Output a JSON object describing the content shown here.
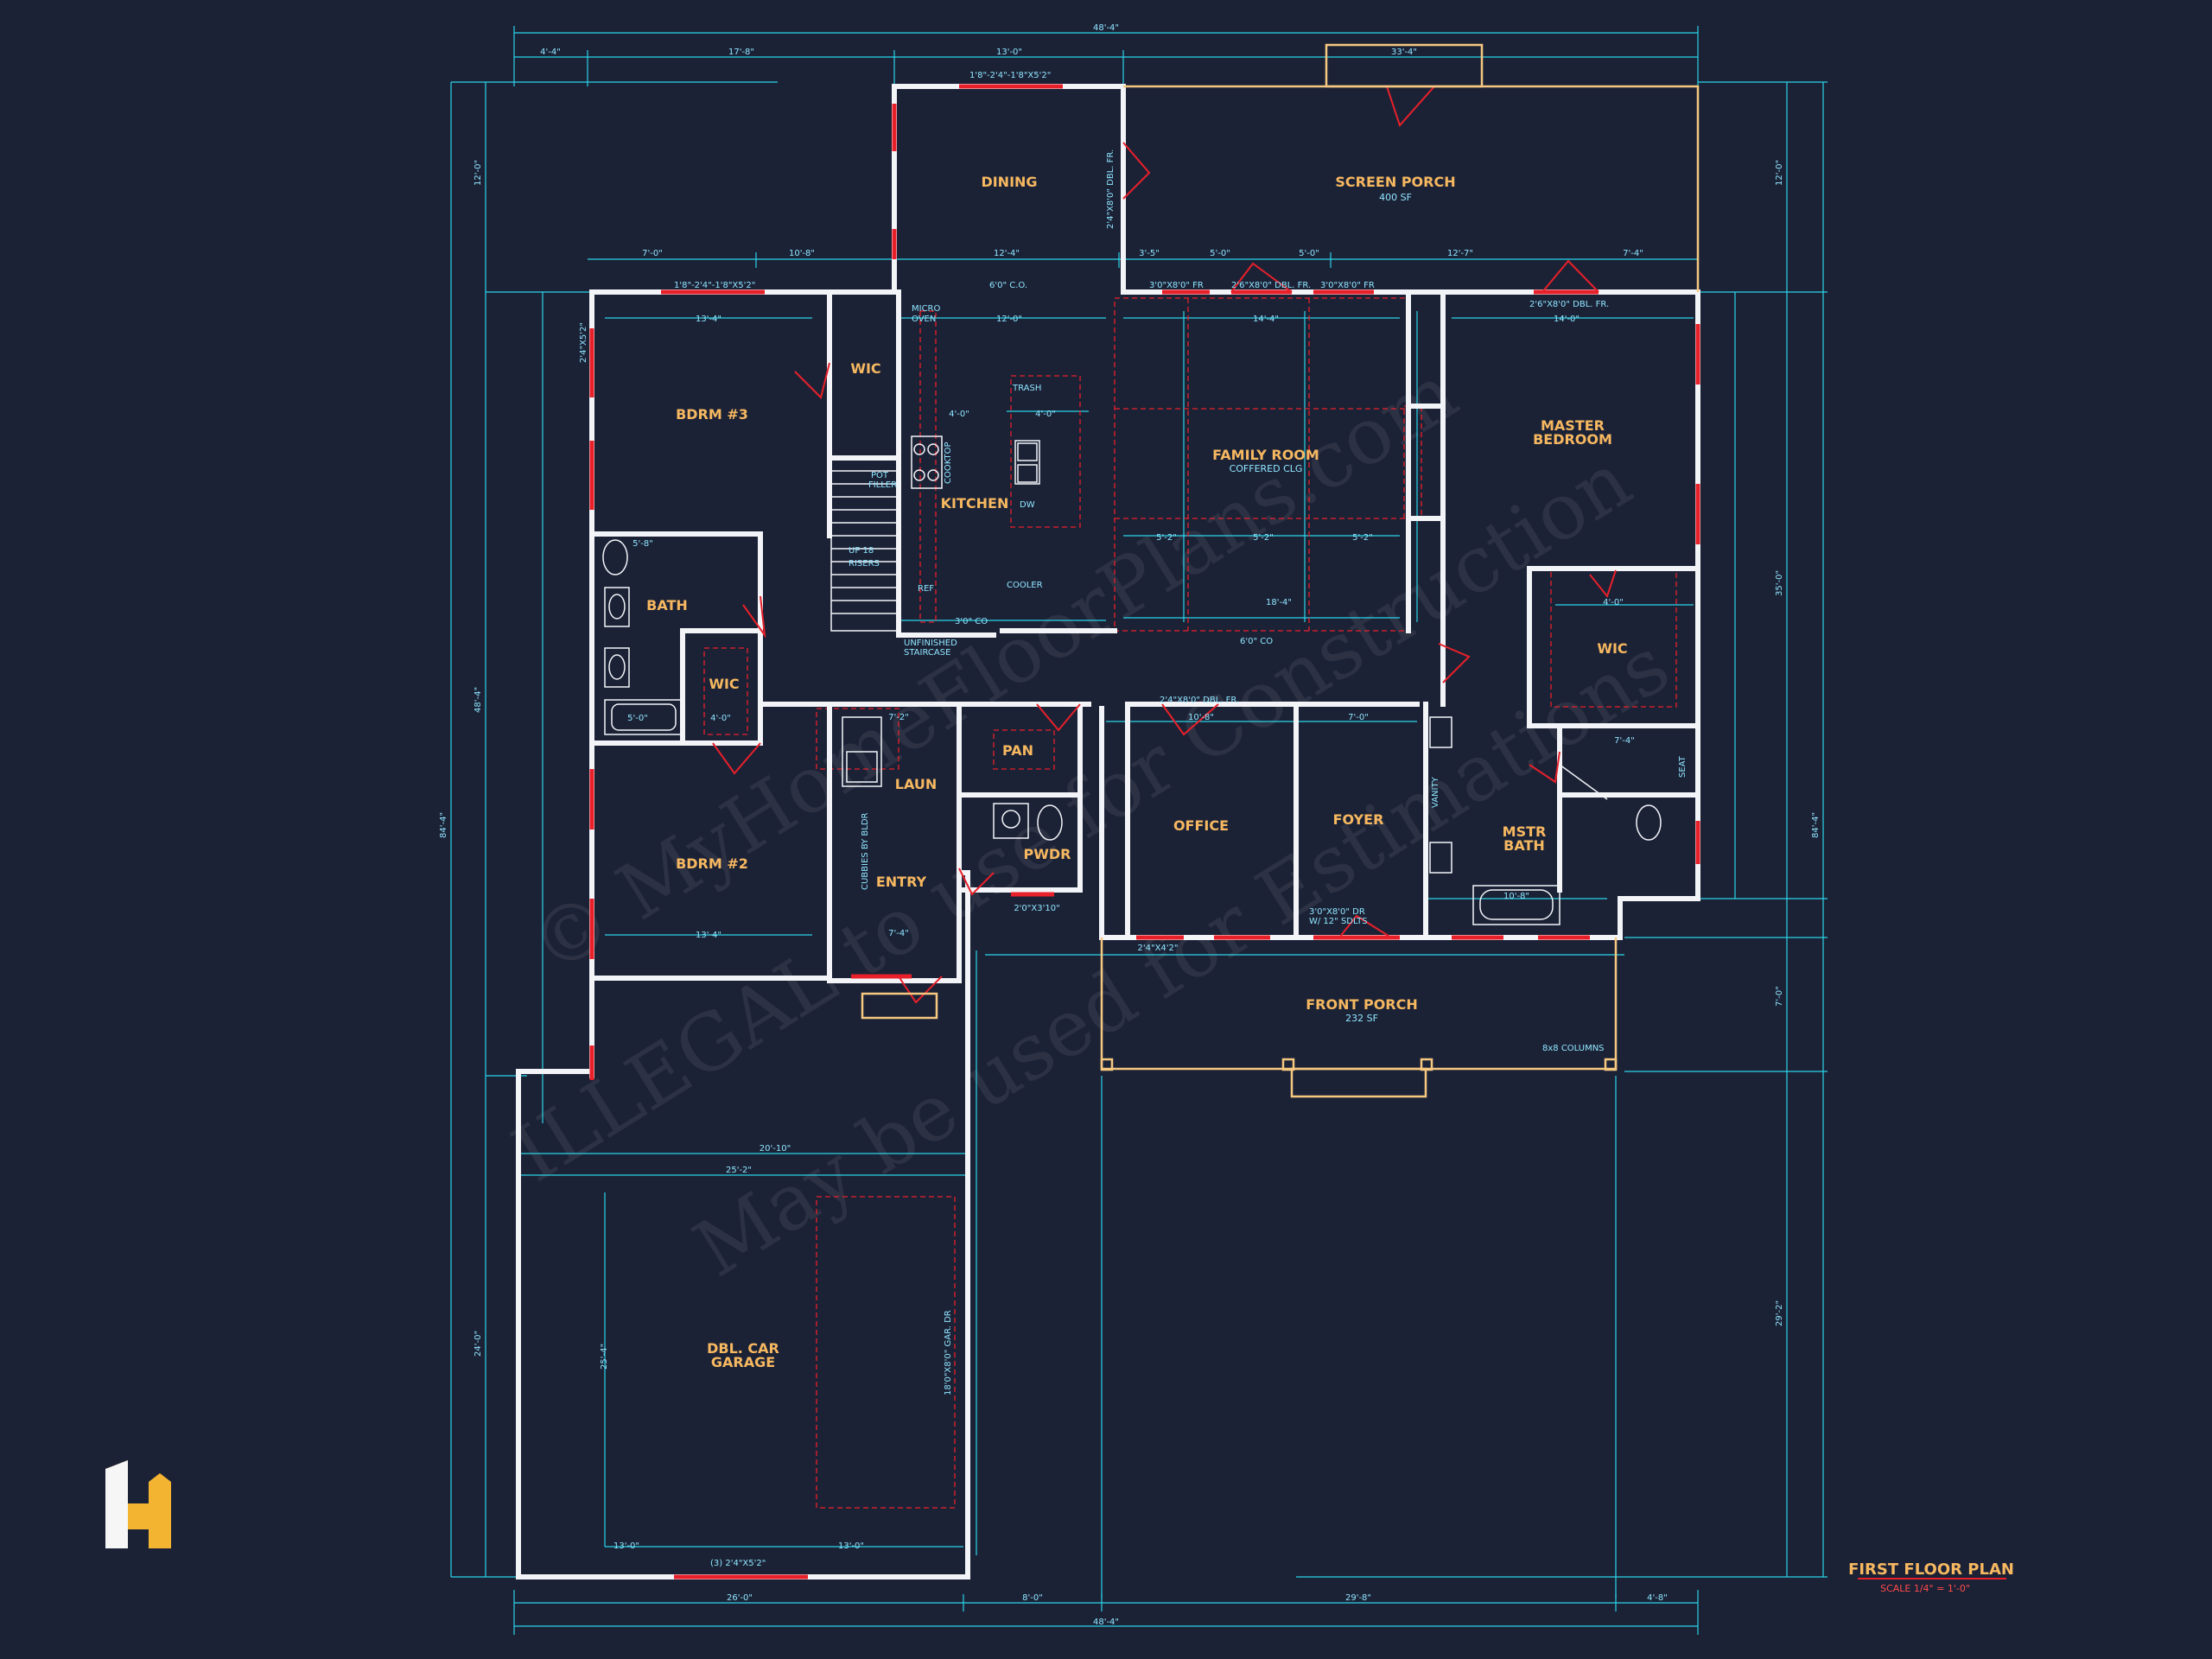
{
  "rooms": {
    "dining": "DINING",
    "screen_porch": "SCREEN PORCH",
    "screen_porch_area": "400 SF",
    "bdrm3": "BDRM #3",
    "wic_upper": "WIC",
    "kitchen": "KITCHEN",
    "family_room": "FAMILY ROOM",
    "family_room_sub": "COFFERED CLG",
    "master_bedroom_1": "MASTER",
    "master_bedroom_2": "BEDROOM",
    "bath": "BATH",
    "wic_bath": "WIC",
    "wic_master": "WIC",
    "bdrm2": "BDRM #2",
    "laun": "LAUN",
    "pan": "PAN",
    "pwdr": "PWDR",
    "entry": "ENTRY",
    "office": "OFFICE",
    "foyer": "FOYER",
    "mstr_bath_1": "MSTR",
    "mstr_bath_2": "BATH",
    "front_porch": "FRONT PORCH",
    "front_porch_area": "232 SF",
    "garage_1": "DBL. CAR",
    "garage_2": "GARAGE"
  },
  "labels": {
    "micro_oven_1": "MICRO",
    "micro_oven_2": "OVEN",
    "trash": "TRASH",
    "pot_filler_1": "POT",
    "pot_filler_2": "FILLER",
    "cooktop": "COOKTOP",
    "dw": "DW",
    "ref": "REF",
    "cooler": "COOLER",
    "up_risers_1": "UP 18",
    "up_risers_2": "RISERS",
    "unfinished_1": "UNFINISHED",
    "unfinished_2": "STAIRCASE",
    "cubbies": "CUBBIES BY BLDR",
    "vanity": "VANITY",
    "seat": "SEAT",
    "columns": "8x8 COLUMNS",
    "gar_dr": "18'0\"X8'0\" GAR. DR",
    "coffered_co": "6'0\" CO",
    "co_upper": "6'0\" C.O.",
    "co_kitchen": "3'0\" CO",
    "dbl_fr_top": "2'6\"X8'0\" DBL. FR.",
    "dbl_fr_master": "2'6\"X8'0\" DBL. FR.",
    "fr_left": "3'0\"X8'0\" FR",
    "fr_right": "3'0\"X8'0\" FR",
    "dbl_fr_office": "2'4\"X8'0\" DBL. FR.",
    "dining_door": "2'4\"X8'0\" DBL. FR.",
    "dr_sdlts_1": "3'0\"X8'0\" DR",
    "dr_sdlts_2": "W/ 12\" SDLTS",
    "garage_windows": "(3) 2'4\"X5'2\"",
    "dining_windows": "1'8\"-2'4\"-1'8\"X5'2\"",
    "bdrm3_windows": "1'8\"-2'4\"-1'8\"X5'2\""
  },
  "dims": {
    "overall_top": "48'-4\"",
    "overall_bottom": "48'-4\"",
    "top_4_4": "4'-4\"",
    "top_17_8": "17'-8\"",
    "top_13_0": "13'-0\"",
    "top_33_4": "33'-4\"",
    "left_12_0": "12'-0\"",
    "left_48_4": "48'-4\"",
    "left_84_4": "84'-4\"",
    "left_24_0": "24'-0\"",
    "right_12_0": "12'-0\"",
    "right_35_0": "35'-0\"",
    "right_84_4": "84'-4\"",
    "right_29_2": "29'-2\"",
    "right_7_0": "7'-0\"",
    "bot_26_0": "26'-0\"",
    "bot_8_0": "8'-0\"",
    "bot_29_8": "29'-8\"",
    "bot_4_8": "4'-8\"",
    "garage_20_10": "20'-10\"",
    "garage_25_2": "25'-2\"",
    "garage_13_0a": "13'-0\"",
    "garage_13_0b": "13'-0\"",
    "garage_25_4": "25'-4\"",
    "bdrm3_13_4": "13'-4\"",
    "bdrm2_13_4": "13'-4\"",
    "kitchen_12_0": "12'-0\"",
    "family_14_4": "14'-4\"",
    "family_18_4": "18'-4\"",
    "master_14_0": "14'-0\"",
    "office_10_8": "10'-8\"",
    "foyer_7_0": "7'-0\"",
    "dining_12_4": "12'-4\"",
    "porch_12_7": "12'-7\"",
    "mbath_10_8": "10'-8\"",
    "bath_5_8": "5'-8\"",
    "bath_5_0": "5'-0\"",
    "wic_4_0": "4'-0\"",
    "kitchen_4_0a": "4'-0\"",
    "kitchen_4_0b": "4'-0\"",
    "family_5_2a": "5'-2\"",
    "family_5_2b": "5'-2\"",
    "family_5_2c": "5'-2\"",
    "mwic_4_0": "4'-0\"",
    "mwic_7_4": "7'-4\"",
    "porch_5_0a": "5'-0\"",
    "porch_5_0b": "5'-0\"",
    "porch_3_5": "3'-5\"",
    "top_10_8": "10'-8\"",
    "top_7_0": "7'-0\"",
    "top_7_4": "7'-4\"",
    "entry_7_4": "7'-4\"",
    "laun_7_2": "7'-2\"",
    "win_2_4x5_2": "2'4\"X5'2\"",
    "win_2_4x4_2": "2'4\"X4'2\"",
    "win_2_0x3_10": "2'0\"X3'10\""
  },
  "title": {
    "main": "FIRST FLOOR PLAN",
    "scale": "SCALE 1/4\" = 1'-0\""
  },
  "watermark": {
    "line1": "© MyHomeFloorPlans.com",
    "line2": "ILLEGAL to use for Construction",
    "line3": "May be used for Estimations"
  },
  "colors": {
    "background": "#1c2236",
    "wall": "#f2f4f8",
    "dimension": "#2ad4e8",
    "window_door": "#e8202a",
    "room_label": "#f6b860",
    "porch_outline": "#f6c880",
    "logo": "#f3b431"
  }
}
